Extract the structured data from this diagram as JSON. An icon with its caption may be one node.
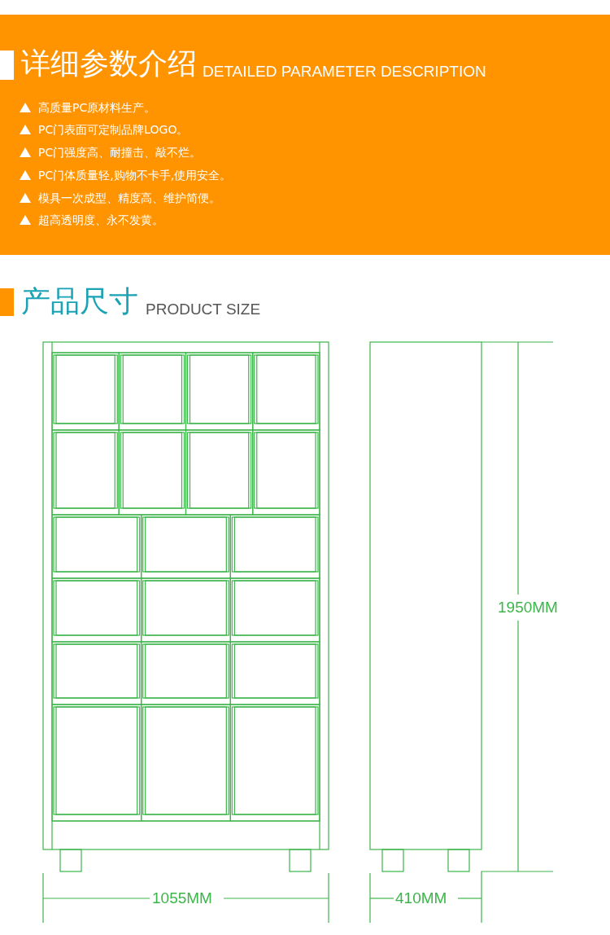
{
  "diagram": {
    "labels": [
      "详细参数介绍",
      "DETAILED PARAMETER DESCRIPTION",
      "高质量PC原材料生产。",
      "PC门表面可定制品牌LOGO。",
      "PC门强度高、耐撞击、敲不烂。",
      "PC门体质量轻,购物不卡手,使用安全。",
      "模具一次成型、精度高、维护简便。",
      "超高透明度、永不发黄。",
      "产品尺寸",
      "PRODUCT SIZE",
      "1950MM",
      "1055MM",
      "410MM"
    ]
  }
}
